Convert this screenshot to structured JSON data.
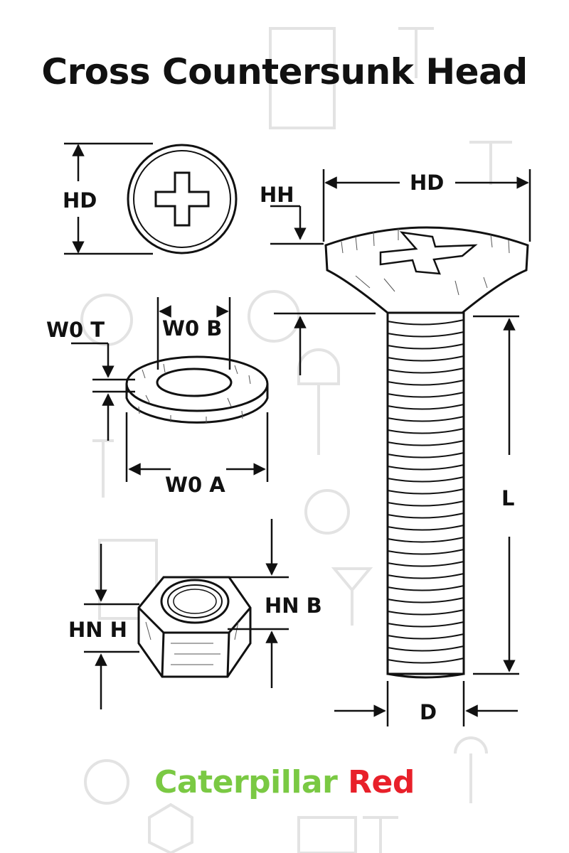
{
  "title": "Cross Countersunk Head",
  "labels": {
    "hd_left": "HD",
    "hd_top": "HD",
    "hh": "HH",
    "w0t": "W0 T",
    "w0b": "W0 B",
    "w0a": "W0 A",
    "l": "L",
    "hnb": "HN B",
    "hnh": "HN H",
    "d": "D"
  },
  "brand": {
    "part1": "Caterpillar",
    "part2": "Red",
    "color1": "#7ac943",
    "color2": "#e8202a"
  },
  "colors": {
    "ink": "#111111",
    "background_icons": "#e4e4e4"
  }
}
